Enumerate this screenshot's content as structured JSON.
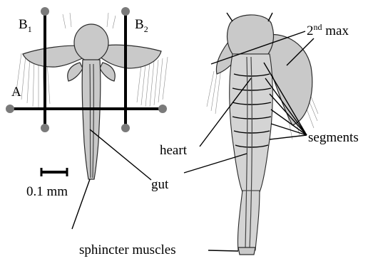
{
  "labels": {
    "plane_a": "A",
    "plane_b1": "B",
    "plane_b1_sub": "1",
    "plane_b2": "B",
    "plane_b2_sub": "2",
    "scale_bar": "0.1 mm",
    "gut": "gut",
    "heart": "heart",
    "segments": "segments",
    "maxilla_prefix": "2",
    "maxilla_sup": "nd",
    "maxilla_suffix": " max",
    "sphincter": "sphincter muscles"
  },
  "colors": {
    "section_line": "#000000",
    "end_dot": "#7a7a7a",
    "body_shade": "#c9c9c9"
  }
}
